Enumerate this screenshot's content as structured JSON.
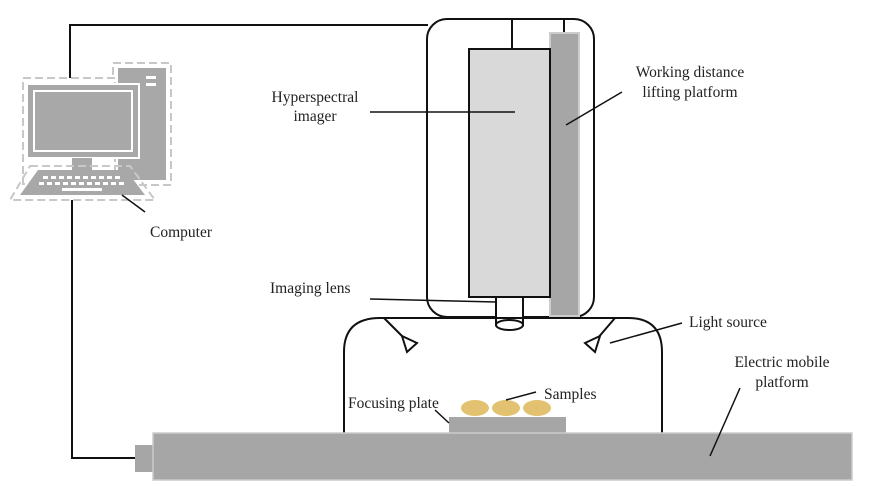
{
  "title": "Hyperspectral imaging system schematic",
  "labels": {
    "computer": "Computer",
    "hyperspectral_imager": [
      "Hyperspectral",
      "imager"
    ],
    "working_distance": [
      "Working distance",
      "lifting platform"
    ],
    "imaging_lens": "Imaging lens",
    "light_source": "Light source",
    "samples": "Samples",
    "focusing_plate": "Focusing plate",
    "electric_platform": [
      "Electric mobile",
      "platform"
    ]
  },
  "colors": {
    "line": "#111111",
    "dark_gray": "#a6a6a6",
    "light_gray": "#d9d9d9",
    "sample": "#e2c270",
    "computer_gray": "#a8a8a8"
  }
}
